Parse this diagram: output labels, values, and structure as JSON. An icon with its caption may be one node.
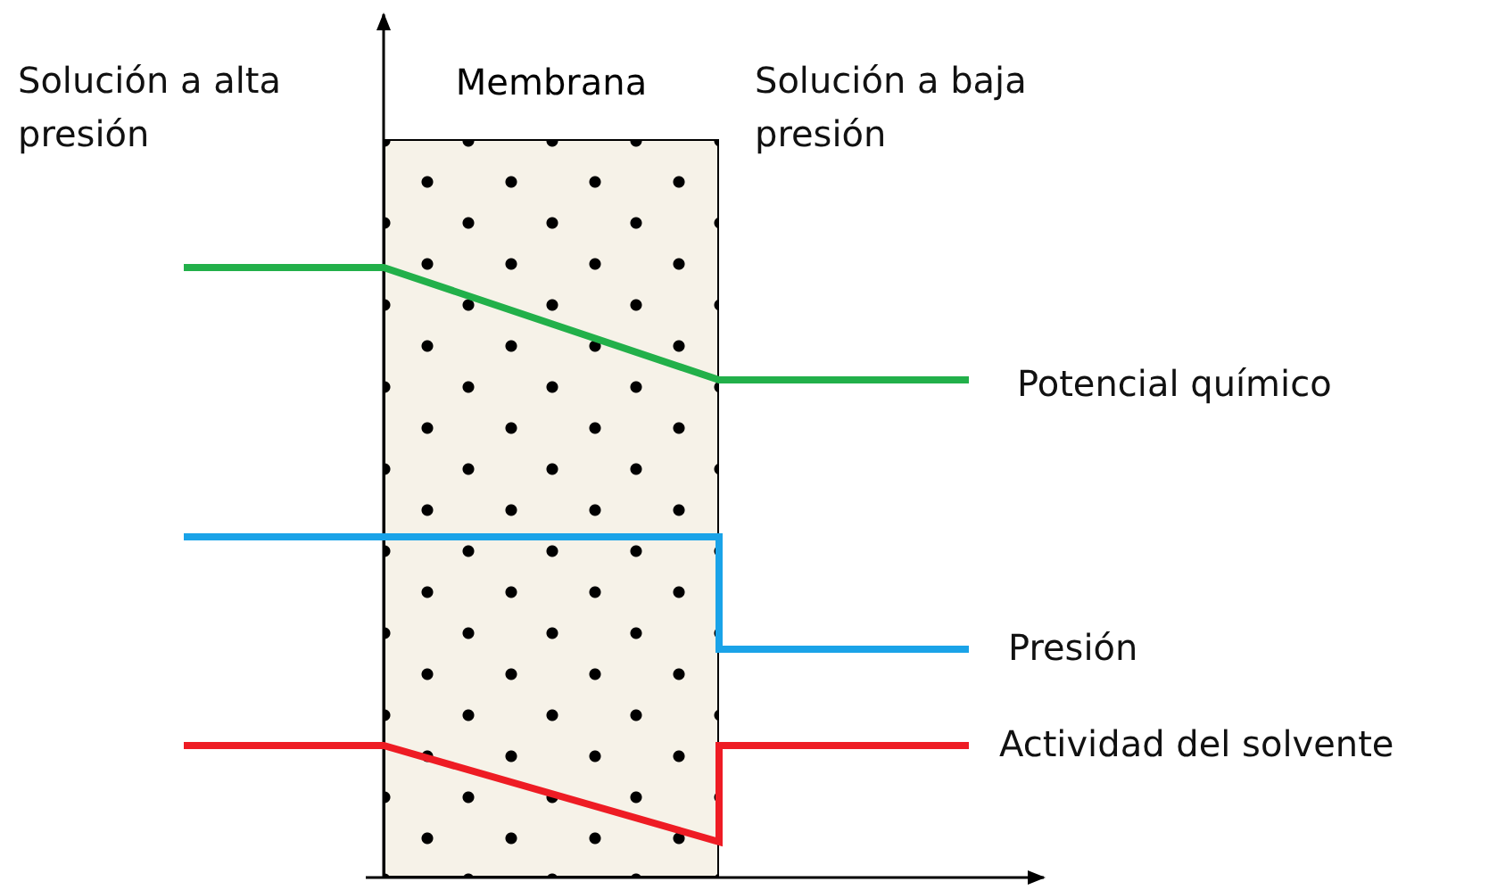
{
  "diagram": {
    "nodes": [
      {
        "text": [
          "Membrana"
        ]
      }
    ],
    "labels": [
      "Solución a alta presión",
      "Solución a baja presión",
      "Potencial químico",
      "Presión",
      "Actividad del solvente"
    ]
  }
}
